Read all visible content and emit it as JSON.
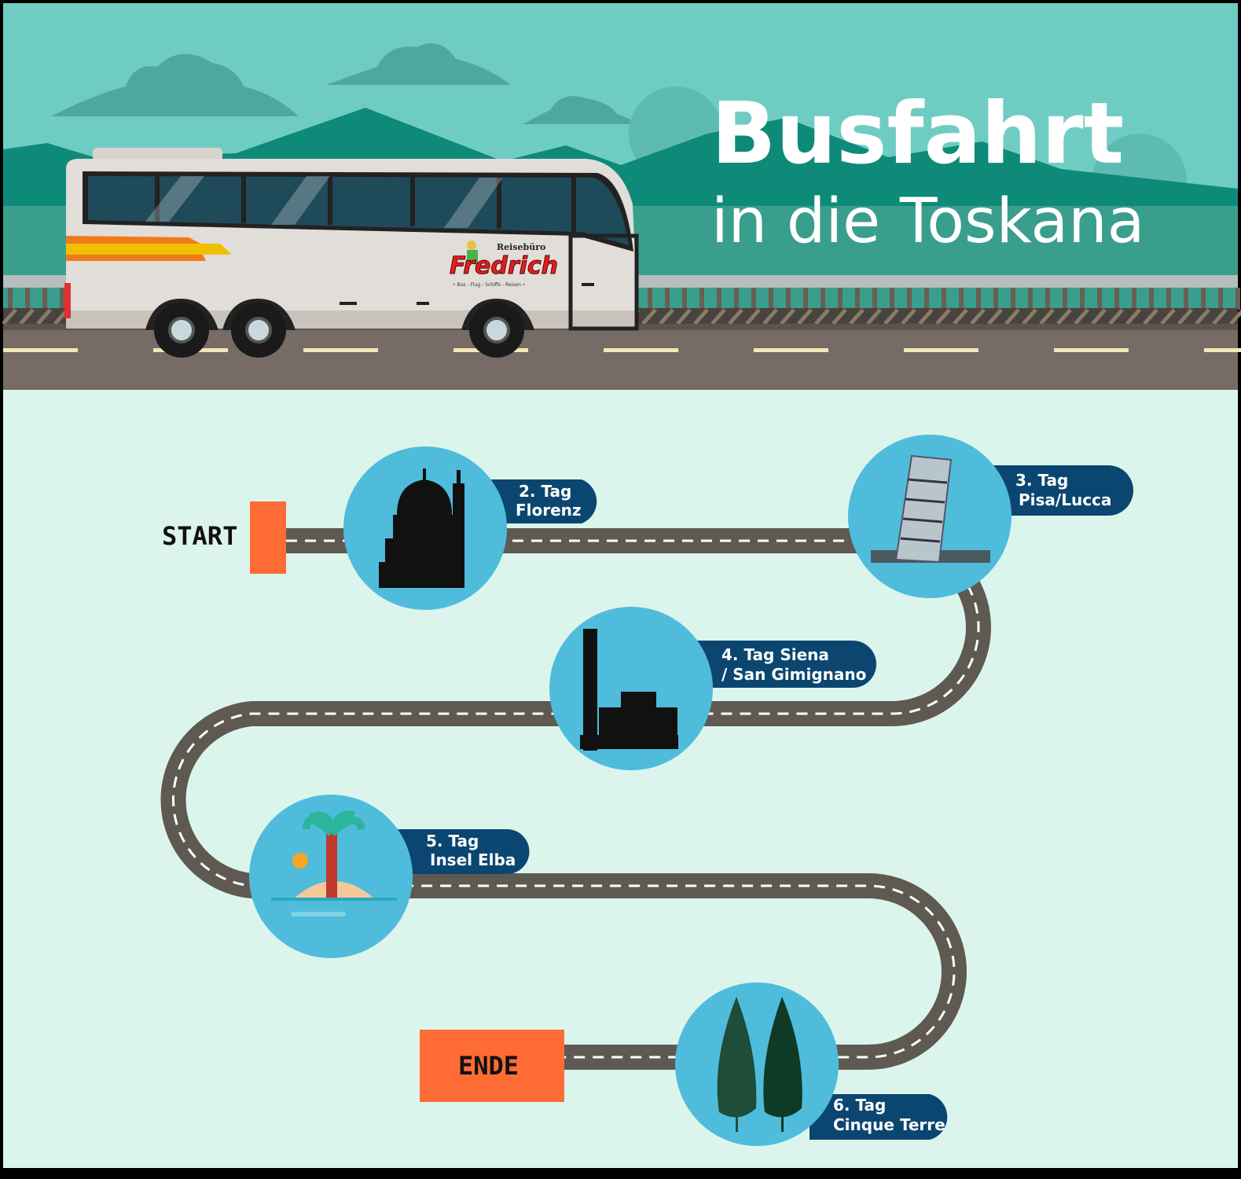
{
  "header": {
    "title": "Busfahrt",
    "subtitle": "in die Toskana"
  },
  "bus_logo": {
    "small": "Reisebüro",
    "name": "Fredrich",
    "tagline": "• Bus - Flug - Schiffs - Reisen •"
  },
  "route": {
    "start_label": "START",
    "end_label": "ENDE",
    "stops": [
      {
        "line1": "2. Tag",
        "line2": "Florenz",
        "icon": "florence-cathedral-icon"
      },
      {
        "line1": "3. Tag",
        "line2": "Pisa/Lucca",
        "icon": "leaning-tower-icon"
      },
      {
        "line1": "4. Tag Siena",
        "line2": "/ San Gimignano",
        "icon": "siena-palazzo-icon"
      },
      {
        "line1": "5. Tag",
        "line2": "Insel Elba",
        "icon": "palm-island-icon"
      },
      {
        "line1": "6. Tag",
        "line2": "Cinque Terre",
        "icon": "cypress-trees-icon"
      }
    ]
  },
  "colors": {
    "sky": "#6fccc3",
    "mountain": "#0e8a78",
    "ground": "#dcf5ec",
    "road": "#5e5a52",
    "circle": "#4fbcdc",
    "pill": "#0b4670",
    "marker": "#fe6b35"
  }
}
